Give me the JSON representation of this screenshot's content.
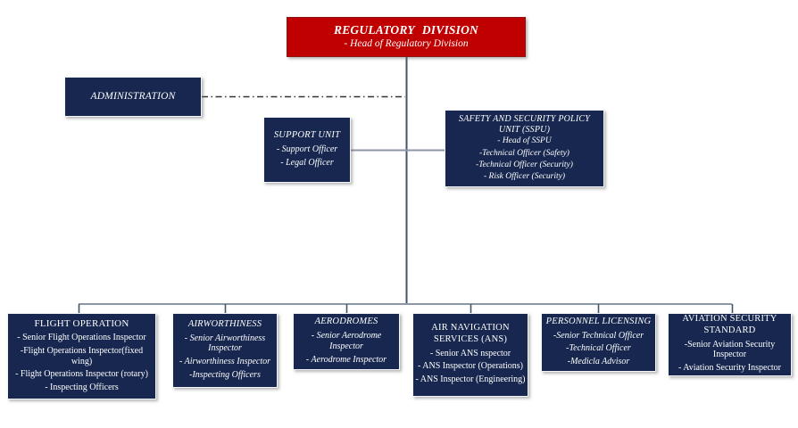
{
  "colors": {
    "root_box_bg": "#c00000",
    "unit_box_bg": "#17274f",
    "text": "#ffffff",
    "connector_dark": "#44546a",
    "connector_light": "#8d96a4",
    "dashdot_line": "#333333"
  },
  "root": {
    "title": "REGULATORY DIVISION",
    "subtitle": "- Head of Regulatory Division"
  },
  "administration": {
    "title": "ADMINISTRATION"
  },
  "support_unit": {
    "title": "SUPPORT UNIT",
    "items": [
      "- Support Officer",
      "- Legal Officer"
    ]
  },
  "sspu": {
    "title": "SAFETY AND SECURITY POLICY UNIT (SSPU)",
    "items": [
      "- Head of SSPU",
      "-Technical Officer (Safety)",
      "-Technical Officer (Security)",
      "- Risk Officer (Security)"
    ]
  },
  "departments": [
    {
      "title": "FLIGHT OPERATION",
      "items": [
        "- Senior Flight Operations Inspector",
        "-Flight Operations Inspector(fixed wing)",
        "- Flight Operations Inspector (rotary)",
        "- Inspecting Officers"
      ]
    },
    {
      "title": "AIRWORTHINESS",
      "items": [
        "- Senior Airworthiness Inspector",
        "- Airworthiness Inspector",
        "-Inspecting Officers"
      ]
    },
    {
      "title": "AERODROMES",
      "items": [
        "- Senior Aerodrome Inspector",
        "- Aerodrome Inspector"
      ]
    },
    {
      "title": "AIR NAVIGATION SERVICES (ANS)",
      "items": [
        "- Senior ANS nspector",
        "- ANS Inspector (Operations)",
        "- ANS Inspector (Engineering)"
      ]
    },
    {
      "title": "PERSONNEL LICENSING",
      "items": [
        "-Senior Technical Officer",
        "-Technical Officer",
        "-Medicla Advisor"
      ]
    },
    {
      "title": "AVIATION SECURITY STANDARD",
      "items": [
        "-Senior Aviation Security Inspector",
        "- Aviation Security Inspector"
      ]
    }
  ]
}
